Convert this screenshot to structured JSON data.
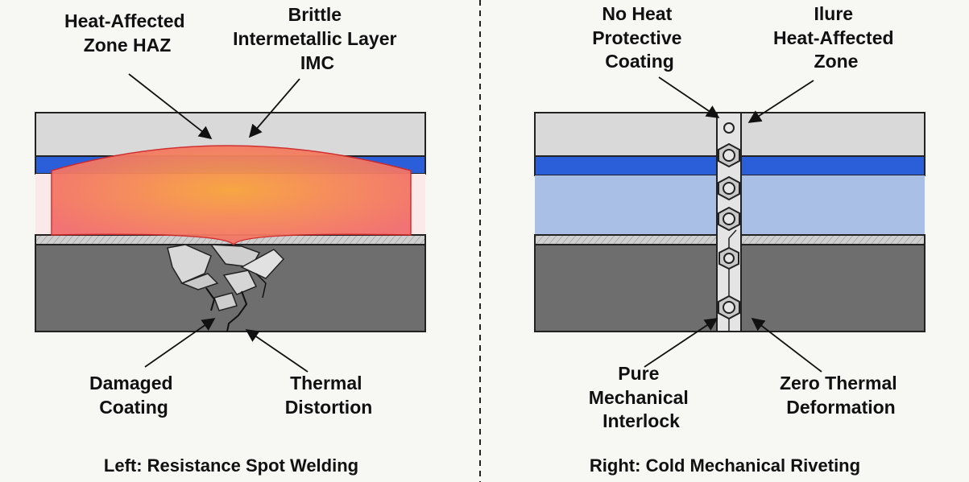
{
  "left_panel": {
    "caption": "Left: Resistance Spot Welding",
    "labels": {
      "haz": [
        "Heat-Affected",
        "Zone HAZ"
      ],
      "imc": [
        "Brittle",
        "Intermetallic Layer",
        "IMC"
      ],
      "damaged_coating": [
        "Damaged",
        "Coating"
      ],
      "thermal_distortion": [
        "Thermal",
        "Distortion"
      ]
    }
  },
  "right_panel": {
    "caption": "Right: Cold Mechanical Riveting",
    "labels": {
      "no_heat_coating": [
        "No Heat",
        "Protective",
        "Coating"
      ],
      "ilure_haz": [
        "Ilure",
        "Heat-Affected",
        "Zone"
      ],
      "mechanical_interlock": [
        "Pure",
        "Mechanical",
        "Interlock"
      ],
      "zero_thermal": [
        "Zero Thermal",
        "Deformation"
      ]
    }
  },
  "colors": {
    "top_plate": "#d9d9d9",
    "blue_layer": "#2a5fd9",
    "light_blue_zone": "#a9bfe6",
    "bottom_plate": "#6e6e6e",
    "heat_zone": "#f26b6b",
    "heat_core": "#f7a340"
  }
}
